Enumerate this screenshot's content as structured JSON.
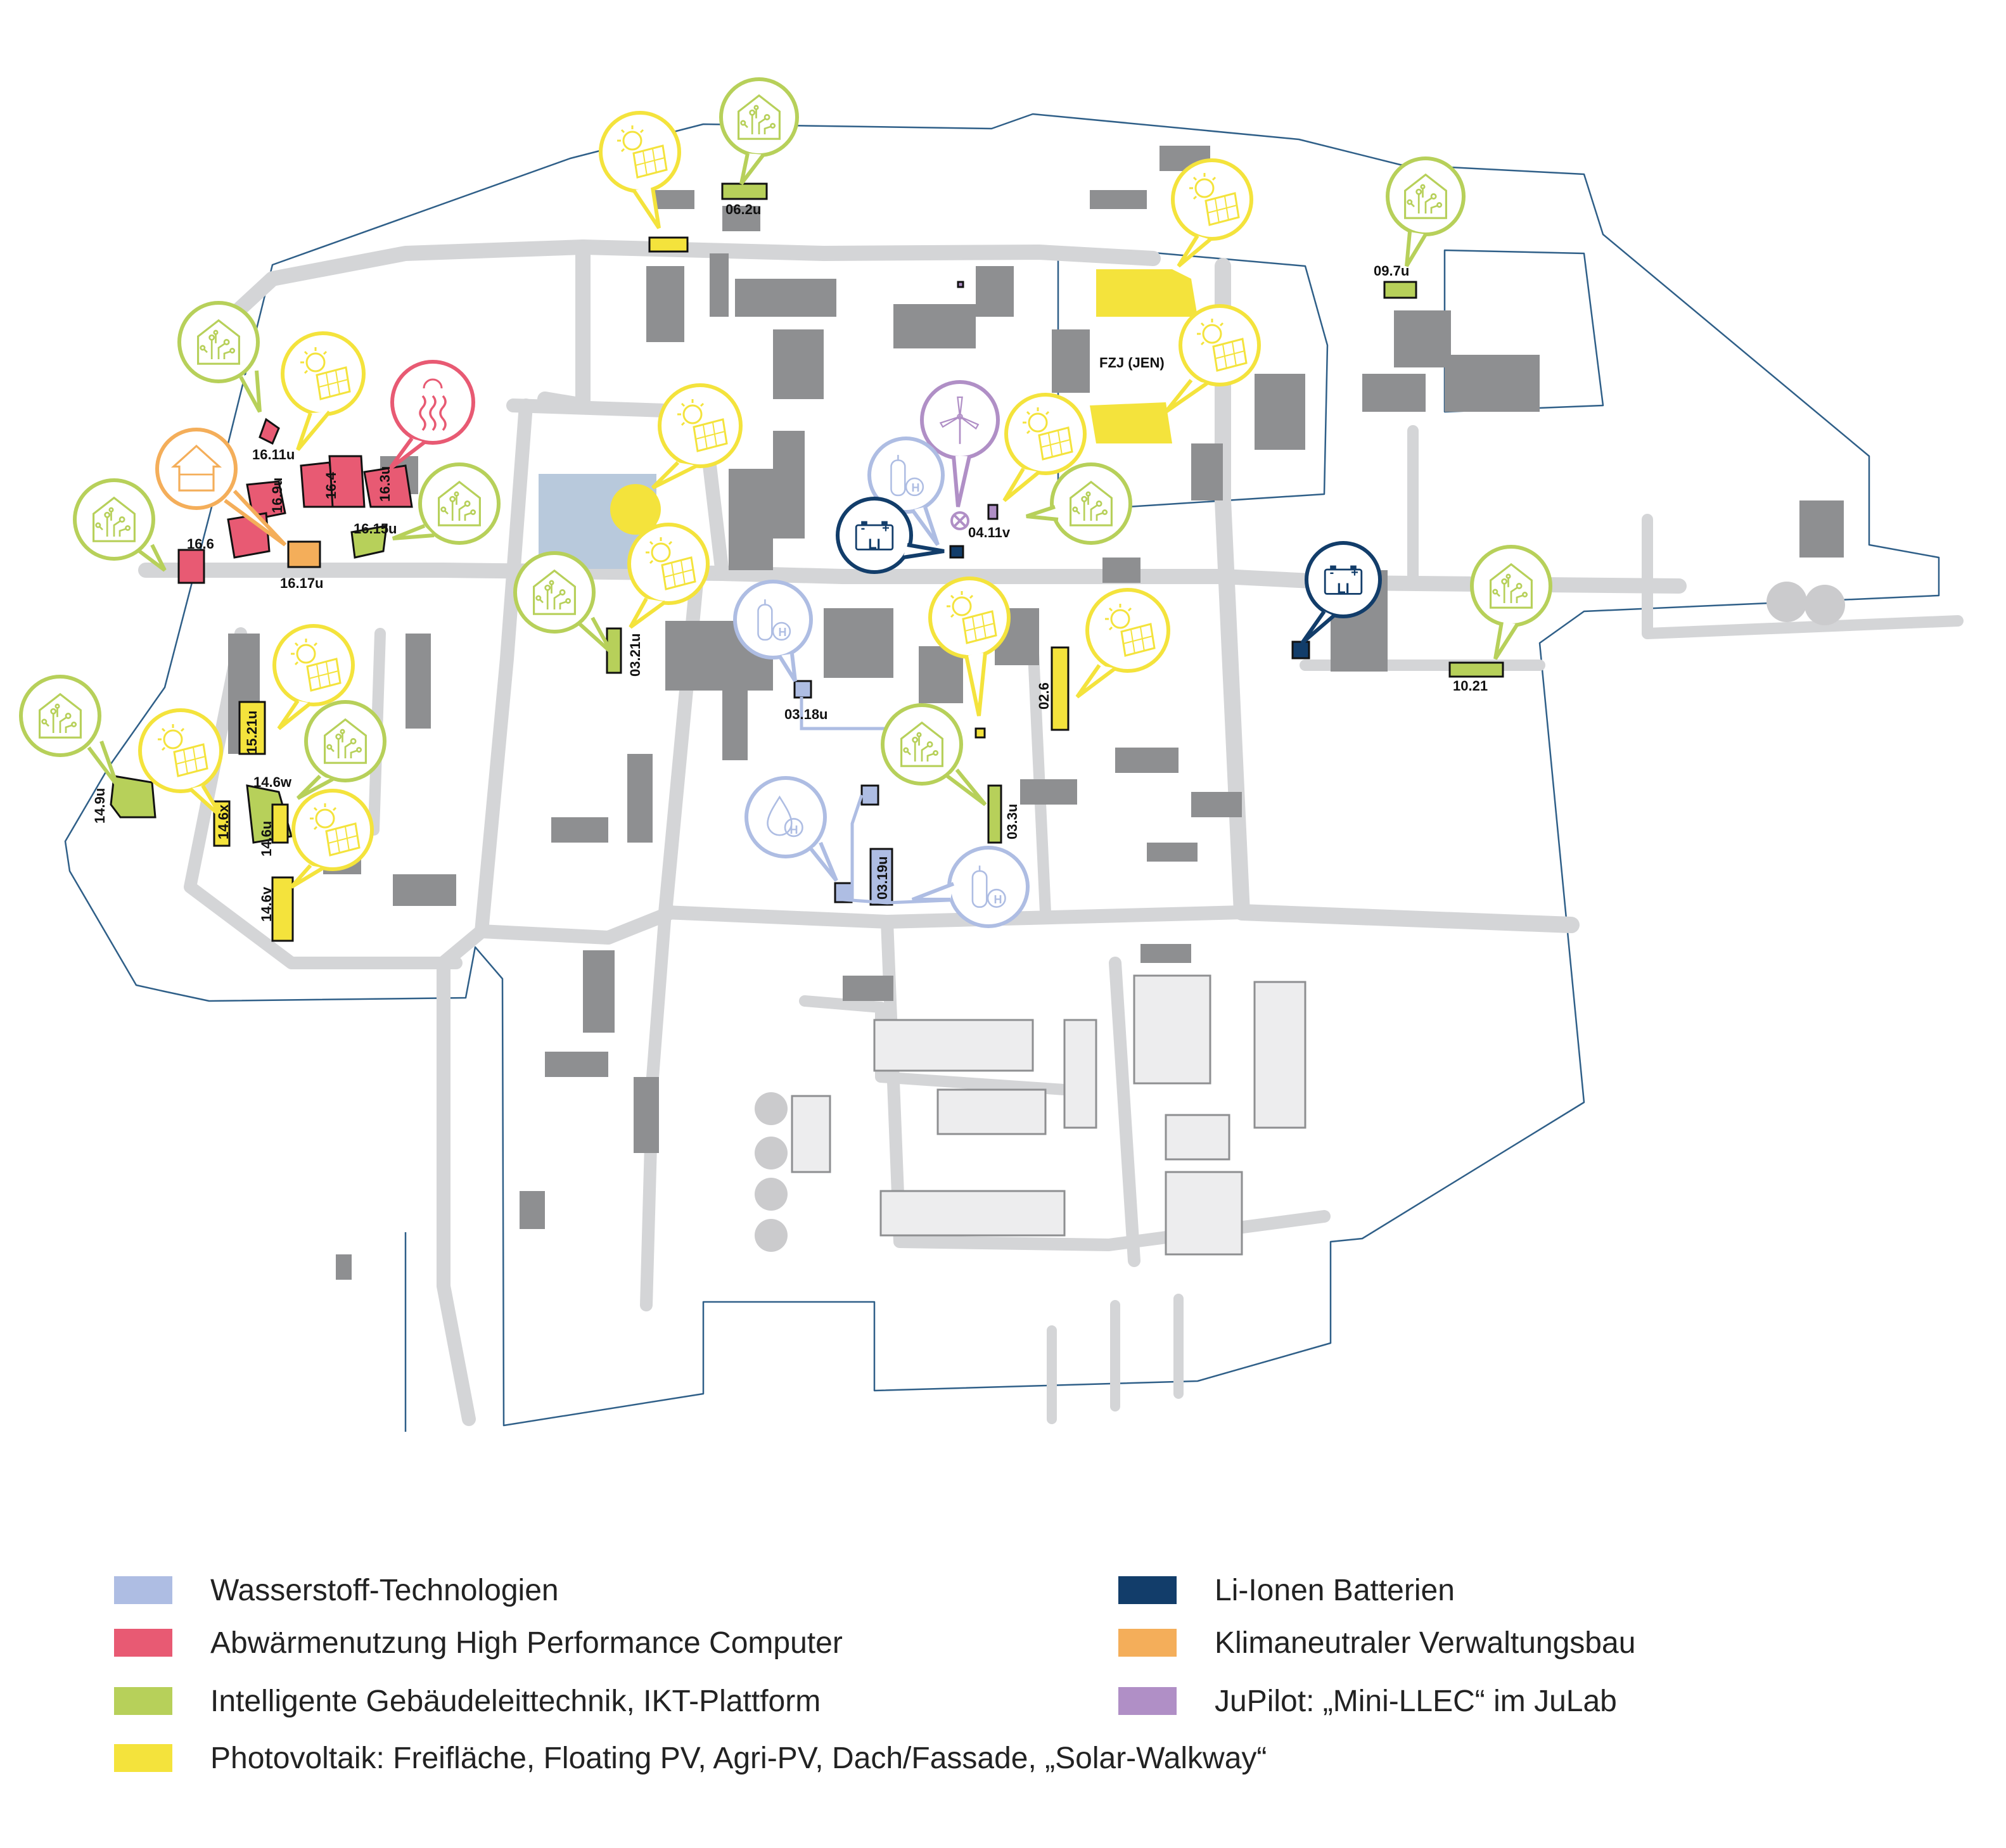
{
  "colors": {
    "hydrogen": "#aebde3",
    "waste_heat": "#e85a73",
    "ict": "#b7d05a",
    "pv": "#f4e33c",
    "li_ion": "#123d6a",
    "climate_building": "#f4ae5a",
    "jupilot": "#b08fc6",
    "road": "#d4d5d7",
    "building": "#8e8f91",
    "campus_line": "#2f5f88"
  },
  "map": {
    "labels": {
      "l_06_2u": "06.2u",
      "l_09_7u": "09.7u",
      "l_fzj": "FZJ (JEN)",
      "l_16_11u": "16.11u",
      "l_16_9u": "16.9u",
      "l_16_4": "16.4",
      "l_16_3u": "16.3u",
      "l_16_6": "16.6",
      "l_16_15u": "16.15u",
      "l_16_17u": "16.17u",
      "l_04_11v": "04.11v",
      "l_03_21u": "03.21u",
      "l_03_18u": "03.18u",
      "l_02_6": "02.6",
      "l_10_21": "10.21",
      "l_15_21u": "15.21u",
      "l_14_6w": "14.6w",
      "l_14_9u": "14.9u",
      "l_14_6x": "14.6x",
      "l_14_6u": "14.6u",
      "l_14_6v": "14.6v",
      "l_03_3u": "03.3u",
      "l_03_19u": "03.19u"
    },
    "markers": {
      "hydrogen_h": "H",
      "battery_li": "LI",
      "battery_minus": "-",
      "battery_plus": "+"
    }
  },
  "legend": {
    "hydrogen": "Wasserstoff-Technologien",
    "waste_heat": "Abwärmenutzung High Performance Computer",
    "ict": "Intelligente Gebäudeleittechnik, IKT-Plattform",
    "pv": "Photovoltaik: Freifläche, Floating PV, Agri-PV, Dach/Fassade, „Solar-Walkway“",
    "li_ion": "Li-Ionen Batterien",
    "climate_building": "Klimaneutraler Verwaltungsbau",
    "jupilot": "JuPilot: „Mini-LLEC“ im JuLab"
  }
}
